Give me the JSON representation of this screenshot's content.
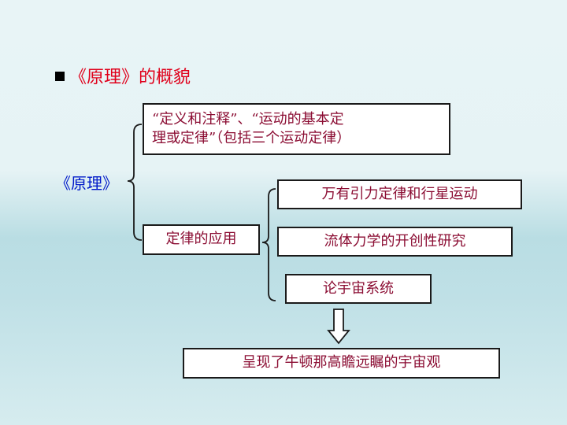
{
  "heading": {
    "text": "《原理》的概貌"
  },
  "root": {
    "label": "《原理》"
  },
  "branch1": {
    "line1": "“定义和注释”、“运动的基本定",
    "line2": "理或定律”（包括三个运动定律）"
  },
  "branch2": {
    "label": "定律的应用"
  },
  "applications": [
    {
      "label": "万有引力定律和行星运动"
    },
    {
      "label": "流体力学的开创性研究"
    },
    {
      "label": "论宇宙系统"
    }
  ],
  "conclusion": {
    "label": "呈现了牛顿那高瞻远瞩的宇宙观"
  },
  "colors": {
    "heading": "#e0001b",
    "root": "#0019c9",
    "box_text": "#8b0d33",
    "border": "#1a1a1a"
  },
  "icons": {
    "bullet": "black-square-icon",
    "arrow": "hollow-down-arrow-icon"
  }
}
